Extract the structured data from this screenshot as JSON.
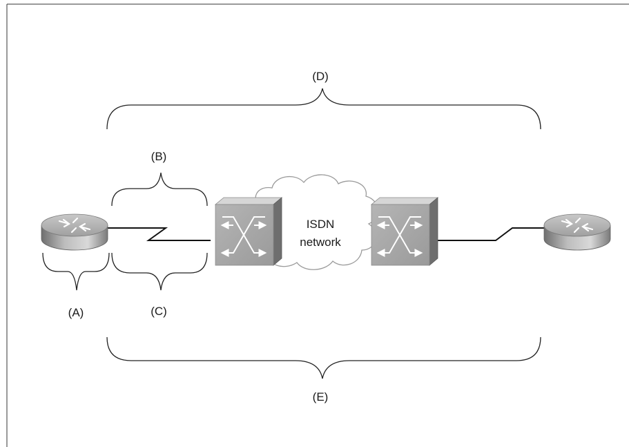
{
  "diagram": {
    "labels": {
      "a": "(A)",
      "b": "(B)",
      "c": "(C)",
      "d": "(D)",
      "e": "(E)"
    },
    "cloud": {
      "line1": "ISDN",
      "line2": "network"
    },
    "colors": {
      "device_face": "#a9a9a9",
      "device_light": "#d8d8d8",
      "device_dark": "#6e6e6e",
      "cloud_stroke": "#9a9a9a",
      "line": "#111111"
    },
    "icons": [
      "router-icon",
      "isdn-switch-icon",
      "cloud-icon",
      "router-icon"
    ]
  }
}
